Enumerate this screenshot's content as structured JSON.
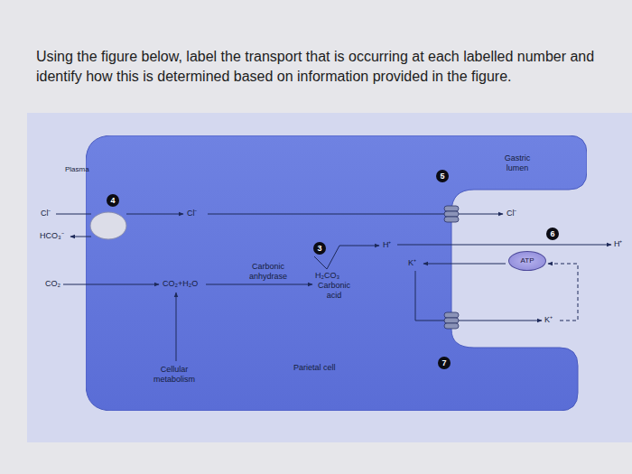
{
  "diagram": {
    "title": "Using the figure below, label the transport that is occurring at each labelled number and identify how this is determined based on information provided in the figure.",
    "nodes": [
      {
        "text": [
          "Parietal cell"
        ]
      },
      {
        "text": [
          "4"
        ],
        "in": 0
      },
      {
        "text": [
          "3"
        ],
        "in": 0
      },
      {
        "text": [
          "5"
        ],
        "in": 0
      },
      {
        "text": [
          "ATP"
        ]
      },
      {
        "text": [
          "6"
        ]
      },
      {
        "text": [
          "7"
        ],
        "in": 0
      }
    ],
    "labels": [
      "Plasma",
      "Gastric lumen",
      "Cl⁻",
      "Cl⁻",
      "Cl⁻",
      "HCO₃⁻",
      "CO₂",
      "CO₂+H₂O",
      "Carbonic anhydrase",
      "H₂CO₃",
      "Carbonic acid",
      "Cellular metabolism",
      "H⁺",
      "H⁺",
      "K⁺",
      "K⁺"
    ]
  }
}
